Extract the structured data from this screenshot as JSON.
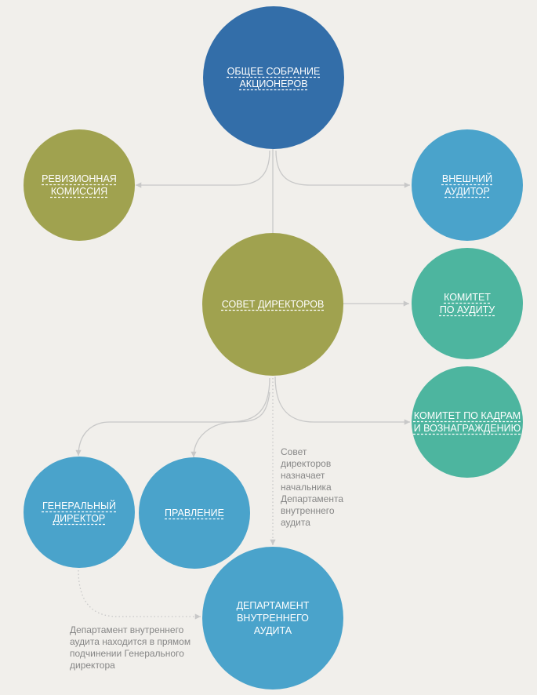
{
  "colors": {
    "navy": "#336ea9",
    "olive": "#a0a24f",
    "blue": "#4aa3cb",
    "teal": "#4db59f",
    "connector": "#c8c8c8",
    "background": "#f1efeb"
  },
  "nodes": {
    "shareholders": [
      "ОБЩЕЕ СОБРАНИЕ",
      "АКЦИОНЕРОВ"
    ],
    "audit_commission": [
      "РЕВИЗИОННАЯ",
      "КОМИССИЯ"
    ],
    "external_auditor": [
      "ВНЕШНИЙ",
      "АУДИТОР"
    ],
    "board": [
      "СОВЕТ ДИРЕКТОРОВ"
    ],
    "audit_committee": [
      "КОМИТЕТ",
      "ПО АУДИТУ"
    ],
    "hr_committee": [
      "КОМИТЕТ ПО КАДРАМ",
      "И ВОЗНАГРАЖДЕНИЮ"
    ],
    "ceo": [
      "ГЕНЕРАЛЬНЫЙ",
      "ДИРЕКТОР"
    ],
    "management_board": [
      "ПРАВЛЕНИЕ"
    ],
    "internal_audit": [
      "ДЕПАРТАМЕНТ",
      "ВНУТРЕННЕГО",
      "АУДИТА"
    ]
  },
  "notes": {
    "board_appoints": [
      "Совет",
      "директоров",
      "назначает",
      "начальника",
      "Департамента",
      "внутреннего",
      "аудита"
    ],
    "ceo_subordination": [
      "Департамент внутреннего",
      "аудита находится в прямом",
      "подчинении Генерального",
      "директора"
    ]
  }
}
